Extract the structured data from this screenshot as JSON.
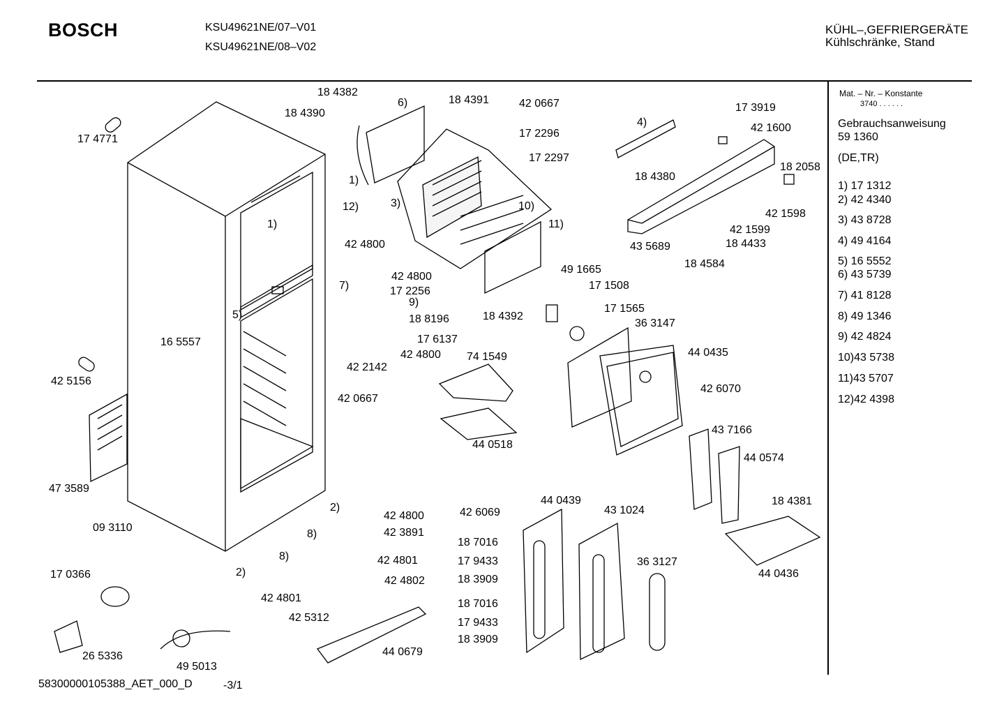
{
  "header": {
    "brand": "BOSCH",
    "models": [
      "KSU49621NE/07–V01",
      "KSU49621NE/08–V02"
    ],
    "category_line1": "KÜHL–,GEFRIERGERÄTE",
    "category_line2": "Kühlschränke, Stand"
  },
  "sidebar": {
    "const_label": "Mat. – Nr. – Konstante",
    "const_value": "3740 .  .  .  .  .  .",
    "manual_label": "Gebrauchsanweisung",
    "manual_number": "59 1360",
    "manual_lang": "(DE,TR)",
    "legend": [
      "1) 17 1312",
      "2) 42 4340",
      "3) 43 8728",
      "4) 49 4164",
      "5) 16 5552",
      "6) 43 5739",
      "7) 41 8128",
      "8) 49 1346",
      "9) 42 4824",
      "10)43 5738",
      "11)43 5707",
      "12)42 4398"
    ]
  },
  "part_labels": [
    "18 4382",
    "18 4390",
    "6)",
    "18 4391",
    "42 0667",
    "17 2296",
    "17 2297",
    "4)",
    "17 3919",
    "42 1600",
    "18 2058",
    "18 4380",
    "17 4771",
    "1)",
    "12)",
    "3)",
    "10)",
    "11)",
    "42 4800",
    "1)",
    "42 1598",
    "42 1599",
    "18 4433",
    "43 5689",
    "18 4584",
    "42 4800",
    "7)",
    "17 2256",
    "9)",
    "49 1665",
    "17 1508",
    "18 8196",
    "18 4392",
    "17 1565",
    "36 3147",
    "5)",
    "16 5557",
    "17 6137",
    "42 4800",
    "42 2142",
    "74 1549",
    "44 0435",
    "42 5156",
    "42 0667",
    "42 6070",
    "44 0518",
    "43 7166",
    "44 0574",
    "47 3589",
    "2)",
    "18 4381",
    "09 3110",
    "44 0439",
    "43 1024",
    "42 4800",
    "42 6069",
    "8)",
    "42 3891",
    "18 7016",
    "8)",
    "42 4801",
    "17 9433",
    "17 0366",
    "2)",
    "36 3127",
    "18 3909",
    "42 4802",
    "44 0436",
    "42 4801",
    "18 7016",
    "42 5312",
    "17 9433",
    "18 3909",
    "44 0679",
    "26 5336",
    "49 5013"
  ],
  "footer": {
    "doc_id": "58300000105388_AET_000_D",
    "page": "-3/1"
  }
}
